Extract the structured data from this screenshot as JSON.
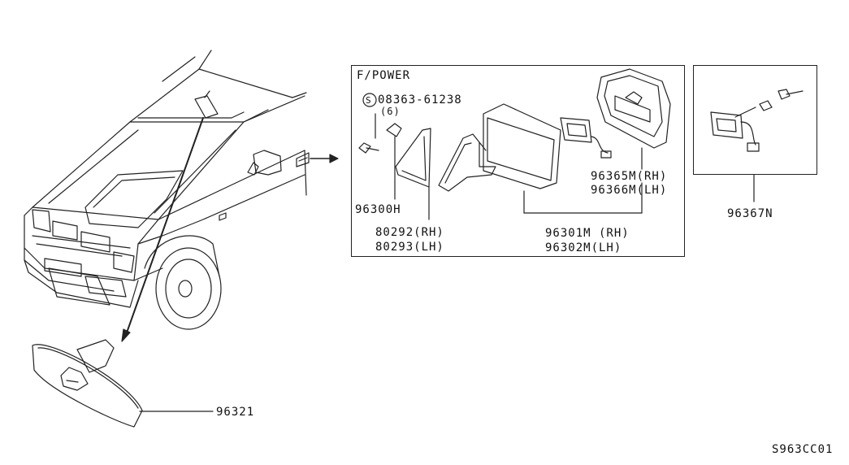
{
  "panel_main": {
    "title": "F/POWER"
  },
  "labels": {
    "screw_code": "08363-61238",
    "screw_symbol": "S",
    "screw_qty": "(6)",
    "bolt": "96300H",
    "cover_rh": "80292(RH)",
    "cover_lh": "80293(LH)",
    "mirror_rh": "96301M (RH)",
    "mirror_lh": "96302M(LH)",
    "glass_rh": "96365M(RH)",
    "glass_lh": "96366M(LH)",
    "motor": "96367N",
    "inner_mirror": "96321",
    "diagram_code": "S963CC01"
  },
  "colors": {
    "line": "#222222",
    "background": "#ffffff"
  }
}
